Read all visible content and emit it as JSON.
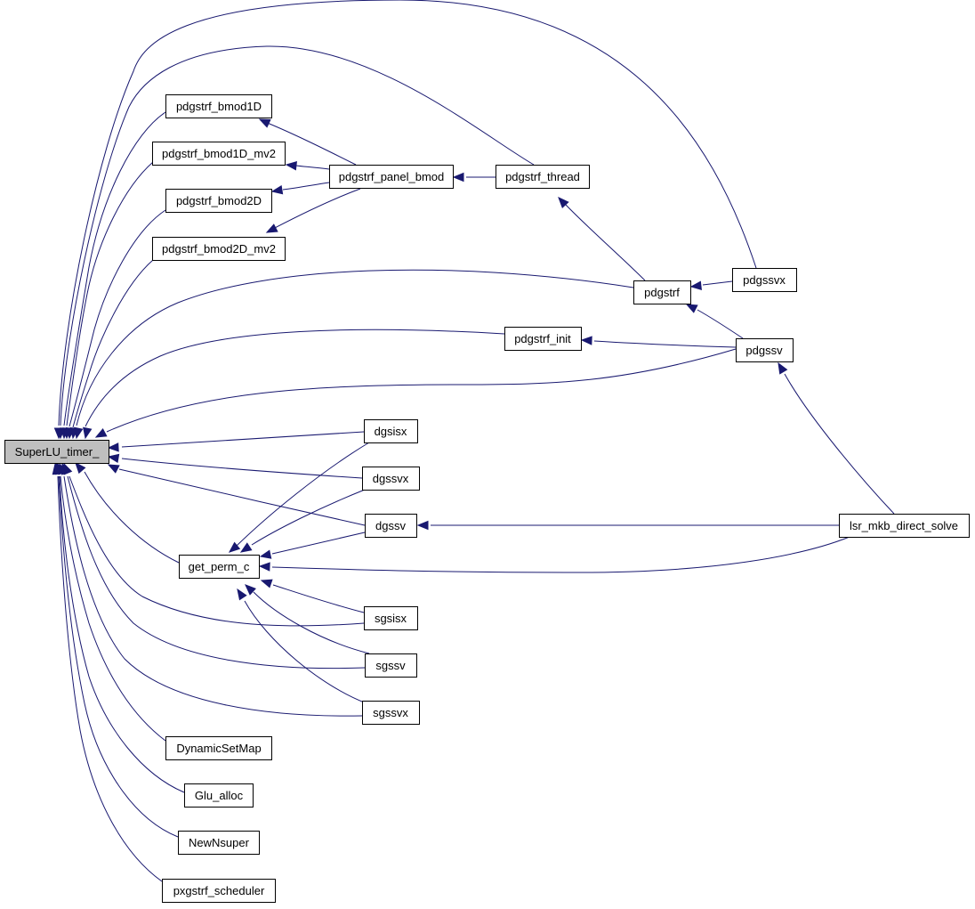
{
  "graph": {
    "root": "SuperLU_timer_",
    "nodes": {
      "root": "SuperLU_timer_",
      "bmod1d": "pdgstrf_bmod1D",
      "bmod1dmv2": "pdgstrf_bmod1D_mv2",
      "bmod2d": "pdgstrf_bmod2D",
      "bmod2dmv2": "pdgstrf_bmod2D_mv2",
      "panelbmod": "pdgstrf_panel_bmod",
      "thread": "pdgstrf_thread",
      "pdgstrf": "pdgstrf",
      "pdgssvx": "pdgssvx",
      "init": "pdgstrf_init",
      "pdgssv": "pdgssv",
      "dgsisx": "dgsisx",
      "dgssvx": "dgssvx",
      "dgssv": "dgssv",
      "lsr": "lsr_mkb_direct_solve",
      "getpermc": "get_perm_c",
      "sgsisx": "sgsisx",
      "sgssv": "sgssv",
      "sgssvx": "sgssvx",
      "dynamic": "DynamicSetMap",
      "glualloc": "Glu_alloc",
      "newnsuper": "NewNsuper",
      "pxgstrf": "pxgstrf_scheduler"
    },
    "edges": [
      [
        "pdgssvx",
        "root"
      ],
      [
        "thread",
        "root"
      ],
      [
        "bmod1d",
        "root"
      ],
      [
        "bmod1dmv2",
        "root"
      ],
      [
        "bmod2d",
        "root"
      ],
      [
        "bmod2dmv2",
        "root"
      ],
      [
        "pdgstrf",
        "root"
      ],
      [
        "init",
        "root"
      ],
      [
        "pdgssv",
        "root"
      ],
      [
        "dgsisx",
        "root"
      ],
      [
        "dgssvx",
        "root"
      ],
      [
        "dgssv",
        "root"
      ],
      [
        "getpermc",
        "root"
      ],
      [
        "sgsisx",
        "root"
      ],
      [
        "sgssv",
        "root"
      ],
      [
        "sgssvx",
        "root"
      ],
      [
        "dynamic",
        "root"
      ],
      [
        "glualloc",
        "root"
      ],
      [
        "newnsuper",
        "root"
      ],
      [
        "pxgstrf",
        "root"
      ],
      [
        "panelbmod",
        "bmod1d"
      ],
      [
        "panelbmod",
        "bmod1dmv2"
      ],
      [
        "panelbmod",
        "bmod2d"
      ],
      [
        "panelbmod",
        "bmod2dmv2"
      ],
      [
        "thread",
        "panelbmod"
      ],
      [
        "pdgstrf",
        "thread"
      ],
      [
        "pdgssvx",
        "pdgstrf"
      ],
      [
        "pdgssv",
        "pdgstrf"
      ],
      [
        "pdgssv",
        "init"
      ],
      [
        "lsr",
        "pdgssv"
      ],
      [
        "lsr",
        "dgssv"
      ],
      [
        "lsr",
        "getpermc"
      ],
      [
        "dgsisx",
        "getpermc"
      ],
      [
        "dgssvx",
        "getpermc"
      ],
      [
        "dgssv",
        "getpermc"
      ],
      [
        "sgsisx",
        "getpermc"
      ],
      [
        "sgssv",
        "getpermc"
      ],
      [
        "sgssvx",
        "getpermc"
      ]
    ]
  },
  "colors": {
    "edge": "#191970",
    "root_fill": "#bfbfbf",
    "node_fill": "#ffffff",
    "node_border": "#000000"
  }
}
